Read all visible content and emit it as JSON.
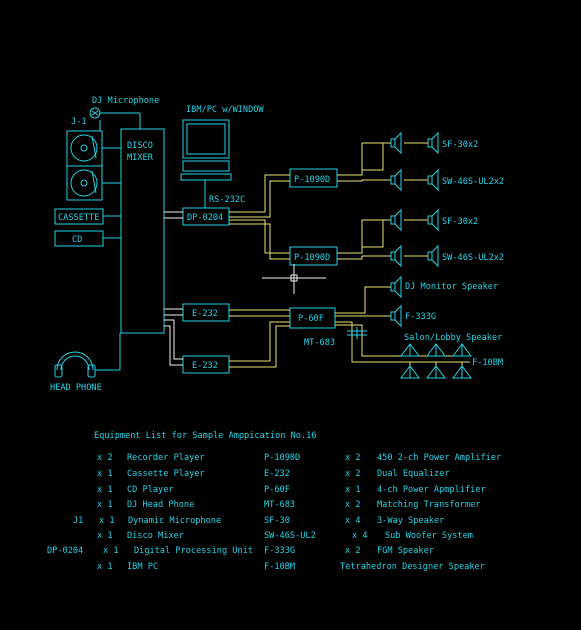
{
  "colors": {
    "background": "#000000",
    "line_cyan": "#22d3e6",
    "line_yellow": "#e8e070",
    "line_white": "#f0f0f0"
  },
  "diagram": {
    "dj_microphone": "DJ Microphone",
    "j1": "J-1",
    "ibm_pc": "IBM/PC w/WINDOW",
    "rs232c": "RS-232C",
    "disco_mixer_line1": "DISCO",
    "disco_mixer_line2": "MIXER",
    "cassette": "CASSETTE",
    "cd": "CD",
    "head_phone": "HEAD PHONE",
    "dp0204": "DP-0204",
    "p1090d_a": "P-1090D",
    "p1090d_b": "P-1090D",
    "e232_a": "E-232",
    "e232_b": "E-232",
    "p60f": "P-60F",
    "mt683": "MT-683",
    "sf30_a": "SF-30x2",
    "sw46s_a": "SW-46S-UL2x2",
    "sf30_b": "SF-30x2",
    "sw46s_b": "SW-46S-UL2x2",
    "dj_monitor": "DJ Monitor Speaker",
    "f333g": "F-333G",
    "salon_lobby": "Salon/Lobby Speaker",
    "f10bm": "F-10BM"
  },
  "equipment": {
    "title": "Equipment List for Sample Amppication No.16",
    "left": [
      {
        "tag": "",
        "qty": "x 2",
        "name": "Recorder Player"
      },
      {
        "tag": "",
        "qty": "x 1",
        "name": "Cassette Player"
      },
      {
        "tag": "",
        "qty": "x 1",
        "name": "CD Player"
      },
      {
        "tag": "",
        "qty": "x 1",
        "name": "DJ Head Phone"
      },
      {
        "tag": "J1",
        "qty": "x 1",
        "name": "Dynamic Microphone"
      },
      {
        "tag": "",
        "qty": "x 1",
        "name": "Disco Mixer"
      },
      {
        "tag": "DP-0204",
        "qty": "x 1",
        "name": "Digital Processing Unit"
      },
      {
        "tag": "",
        "qty": "x 1",
        "name": "IBM PC"
      }
    ],
    "right": [
      {
        "model": "P-1090D",
        "qty": "x 2",
        "name": "450 2-ch Power Amplifier"
      },
      {
        "model": "E-232",
        "qty": "x 2",
        "name": "Dual Equalizer"
      },
      {
        "model": "P-60F",
        "qty": "x 1",
        "name": "4-ch Power Apmplifier"
      },
      {
        "model": "MT-683",
        "qty": "x 2",
        "name": "Matching Transformer"
      },
      {
        "model": "SF-30",
        "qty": "x 4",
        "name": "3-Way Speaker"
      },
      {
        "model": "SW-46S-UL2",
        "qty": "x 4",
        "name": "Sub Woofer System"
      },
      {
        "model": "F-333G",
        "qty": "x 2",
        "name": "FGM Speaker"
      },
      {
        "model": "F-10BM",
        "qty": "",
        "name": "Tetrahedron Designer Speaker"
      }
    ]
  }
}
